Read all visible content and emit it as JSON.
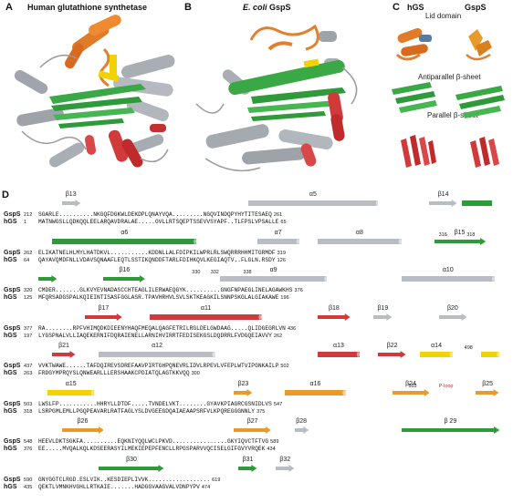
{
  "panels": {
    "A": {
      "letter": "A",
      "title": "Human glutathione synthetase"
    },
    "B": {
      "letter": "B",
      "title_italic": "E. coli",
      "title_rest": " GspS"
    },
    "C": {
      "letter": "C",
      "col1": "hGS",
      "col2": "GspS",
      "labels": [
        "Lid domain",
        "Antiparallel β-sheet",
        "Parallel β-sheet"
      ]
    },
    "D": {
      "letter": "D"
    }
  },
  "alignment": [
    {
      "ss": [
        {
          "label": "β13",
          "type": "arrow",
          "color": "#b8bdc4",
          "start": 0.05,
          "end": 0.09
        },
        {
          "label": "α5",
          "type": "cyl",
          "color": "#b8bdc4",
          "start": 0.45,
          "end": 0.73
        },
        {
          "label": "β14",
          "type": "arrow",
          "color": "#b8bdc4",
          "start": 0.84,
          "end": 0.9
        },
        {
          "label": "",
          "type": "bar",
          "color": "#2e9a3a",
          "start": 0.91,
          "end": 0.975
        }
      ],
      "pos_labels": [],
      "gsps": {
        "start": "212",
        "seq": "SGARLE..........NKGQFDGKWLDEKDPLQNAYVQA.........NGQVINDQPYHYTITESAEQ",
        "end": "261"
      },
      "hgs": {
        "start": "1",
        "seq": "MATNWGSLLQDKQQLEELARQAVDRALAE.....GVLLRTSQEPTSSEVVSYAPF..TLFPSLVPSALLE",
        "end": "65"
      }
    },
    {
      "ss": [
        {
          "label": "α6",
          "type": "cyl",
          "color": "#2e9a3a",
          "start": 0.03,
          "end": 0.34
        },
        {
          "label": "α7",
          "type": "cyl",
          "color": "#b8bdc4",
          "start": 0.47,
          "end": 0.56
        },
        {
          "label": "α8",
          "type": "cyl",
          "color": "#b8bdc4",
          "start": 0.6,
          "end": 0.78
        },
        {
          "label": "β15",
          "type": "arrow",
          "color": "#2e9a3a",
          "start": 0.85,
          "end": 0.96
        }
      ],
      "pos_labels": [
        {
          "text": "316",
          "at": 0.86
        },
        {
          "text": "318",
          "at": 0.92
        }
      ],
      "gsps": {
        "start": "262",
        "seq": "ELIKATNELHLMYLHATDKVL...........KDDNLLALFDIPKILWPRLRLSWQRRRHHMITGRMDF",
        "end": "319"
      },
      "hgs": {
        "start": "64",
        "seq": "QAYAVQMDFNLLVDAVSQNAAFLEQTLSSTIKQNDDFTARLFDIHKQVLKEGIAQTV..FLGLN.RSDY",
        "end": "126"
      }
    },
    {
      "ss": [
        {
          "label": "",
          "type": "arrow",
          "color": "#2e9a3a",
          "start": 0.0,
          "end": 0.04
        },
        {
          "label": "β16",
          "type": "arrow",
          "color": "#2e9a3a",
          "start": 0.14,
          "end": 0.23
        },
        {
          "label": "α9",
          "type": "cyl",
          "color": "#b8bdc4",
          "start": 0.39,
          "end": 0.62
        },
        {
          "label": "α10",
          "type": "cyl",
          "color": "#b8bdc4",
          "start": 0.78,
          "end": 0.98
        }
      ],
      "pos_labels": [
        {
          "text": "330",
          "at": 0.33
        },
        {
          "text": "332",
          "at": 0.37
        },
        {
          "text": "338",
          "at": 0.44
        }
      ],
      "gsps": {
        "start": "320",
        "seq": "CMDER.......GLKVYEVNADASCCHTEAGLILERWAEQGYK..........GNGFNPAEGLINELAGAWKHS",
        "end": "376"
      },
      "hgs": {
        "start": "125",
        "seq": "MFQRSADGSPALKQIEINTISASFGGLASR.TPAVHRHVLSVLSKTKEAGKILSNNPSKGLALGIAKAWE",
        "end": "196"
      }
    },
    {
      "ss": [
        {
          "label": "β17",
          "type": "arrow",
          "color": "#d03a3a",
          "start": 0.1,
          "end": 0.18
        },
        {
          "label": "α11",
          "type": "cyl",
          "color": "#d03a3a",
          "start": 0.24,
          "end": 0.48
        },
        {
          "label": "β18",
          "type": "arrow",
          "color": "#d03a3a",
          "start": 0.6,
          "end": 0.67
        },
        {
          "label": "β19",
          "type": "arrow",
          "color": "#b8bdc4",
          "start": 0.72,
          "end": 0.76
        },
        {
          "label": "β20",
          "type": "arrow",
          "color": "#b8bdc4",
          "start": 0.86,
          "end": 0.92
        }
      ],
      "pos_labels": [],
      "gsps": {
        "start": "377",
        "seq": "RA........RPFVHIMQDKDIEENYHAQFMEQALQAGFETRILRGLDELGWDAAG.....QLIDGEGRLVN",
        "end": "436"
      },
      "hgs": {
        "start": "197",
        "seq": "LYGSPNALVLLIAQEKERNIFDQRAIENELLARNIHVIRRTFEDISEKGSLDQDRRLFVDGQEIAVVY",
        "end": "262"
      }
    },
    {
      "ss": [
        {
          "label": "β21",
          "type": "arrow",
          "color": "#d03a3a",
          "start": 0.03,
          "end": 0.08
        },
        {
          "label": "α12",
          "type": "cyl",
          "color": "#b8bdc4",
          "start": 0.13,
          "end": 0.38
        },
        {
          "label": "α13",
          "type": "cyl",
          "color": "#d03a3a",
          "start": 0.6,
          "end": 0.69
        },
        {
          "label": "β22",
          "type": "arrow",
          "color": "#d03a3a",
          "start": 0.73,
          "end": 0.79
        },
        {
          "label": "α14",
          "type": "cyl",
          "color": "#f2d200",
          "start": 0.82,
          "end": 0.89
        },
        {
          "label": "",
          "type": "cyl",
          "color": "#f2d200",
          "start": 0.95,
          "end": 0.99
        }
      ],
      "pos_labels": [
        {
          "text": "498",
          "at": 0.915
        }
      ],
      "gsps": {
        "start": "437",
        "seq": "VVKTWAWE......TAFDQIREVSDREFAAVPIRTGHPQNEVRLIDVLRPEVLVFEPLWTVIPGNKAILP",
        "end": "502"
      },
      "hgs": {
        "start": "263",
        "seq": "FRDGYMPRQYSLQNWEARLLLERSHAAKCPDIATQLAGTKKVQQ",
        "end": "300"
      }
    },
    {
      "ss": [
        {
          "label": "α15",
          "type": "cyl",
          "color": "#f2d200",
          "start": 0.02,
          "end": 0.12
        },
        {
          "label": "β23",
          "type": "arrow",
          "color": "#e89a2a",
          "start": 0.42,
          "end": 0.46
        },
        {
          "label": "α16",
          "type": "cyl",
          "color": "#e89a2a",
          "start": 0.53,
          "end": 0.66
        },
        {
          "label": "β24",
          "type": "arrow",
          "color": "#e89a2a",
          "start": 0.76,
          "end": 0.84
        },
        {
          "label": "β25",
          "type": "arrow",
          "color": "#e89a2a",
          "start": 0.94,
          "end": 0.99
        }
      ],
      "pos_labels": [
        {
          "text": "533",
          "at": 0.795
        },
        {
          "text": "P-loop",
          "at": 0.86
        }
      ],
      "gsps": {
        "start": "503",
        "seq": "LWSLFP...........HHRYLLDTDF.....TVNDELVKT........GYAVKPIAGRCGSNIDLVS",
        "end": "547"
      },
      "hgs": {
        "start": "318",
        "seq": "LSRPGMLEMLLPGQPEAVARLRATFAGLYSLDVGEEGDQAIAEAAPSRFVLKPQREGGGNNLY",
        "end": "375"
      }
    },
    {
      "ss": [
        {
          "label": "β26",
          "type": "arrow",
          "color": "#e89a2a",
          "start": 0.05,
          "end": 0.14
        },
        {
          "label": "β27",
          "type": "arrow",
          "color": "#e89a2a",
          "start": 0.42,
          "end": 0.5
        },
        {
          "label": "β28",
          "type": "arrow",
          "color": "#b8bdc4",
          "start": 0.55,
          "end": 0.58
        },
        {
          "label": "β 29",
          "type": "arrow",
          "color": "#2e9a3a",
          "start": 0.78,
          "end": 0.99
        }
      ],
      "pos_labels": [],
      "gsps": {
        "start": "548",
        "seq": "HEEVLDKTSGKFA..........EQKNIYQQLWCLPKVD................GKYIQVCTFTVG",
        "end": "589"
      },
      "hgs": {
        "start": "376",
        "seq": "EE.....MVQALKQLKDSEERASYILMEKIEPEPFENCLLRPGSPARVVQCISELGIFGVYVRQEK",
        "end": "434"
      }
    },
    {
      "ss": [
        {
          "label": "β30",
          "type": "arrow",
          "color": "#2e9a3a",
          "start": 0.13,
          "end": 0.27
        },
        {
          "label": "β31",
          "type": "arrow",
          "color": "#2e9a3a",
          "start": 0.43,
          "end": 0.47
        },
        {
          "label": "β32",
          "type": "arrow",
          "color": "#b8bdc4",
          "start": 0.51,
          "end": 0.55
        }
      ],
      "pos_labels": [],
      "gsps": {
        "start": "590",
        "seq": "GNYGGTCLRGD.ESLVIK..KESDIEPLIVVK..................",
        "end": "619"
      },
      "hgs": {
        "start": "435",
        "seq": "QEKTLVMNKHVGHLLRTKAIE.......HADGGVAAGVALVDNPYPV",
        "end": "474"
      }
    }
  ]
}
